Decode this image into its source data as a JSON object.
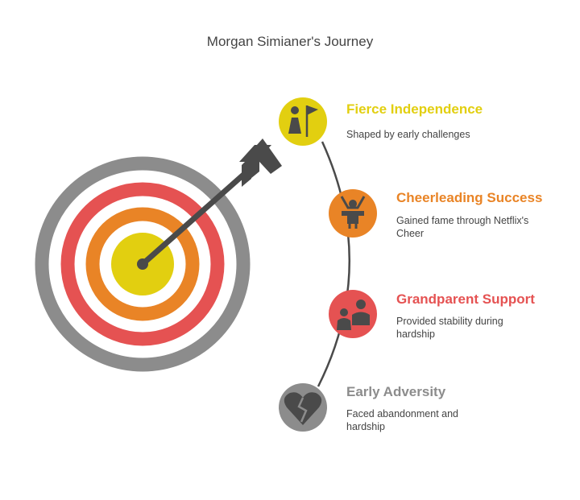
{
  "title": "Morgan Simianer's Journey",
  "colors": {
    "yellow": "#E2CF10",
    "orange": "#E98426",
    "red": "#E55252",
    "gray": "#8C8C8C",
    "dark": "#4A4A4A"
  },
  "steps": [
    {
      "title": "Fierce Independence",
      "description": "Shaped by early challenges",
      "icon": "woman-with-flag-icon"
    },
    {
      "title": "Cheerleading Success",
      "description": "Gained fame through Netflix's Cheer",
      "icon": "cheerleader-icon"
    },
    {
      "title": "Grandparent Support",
      "description": "Provided stability during hardship",
      "icon": "family-support-icon"
    },
    {
      "title": "Early Adversity",
      "description": "Faced abandonment and hardship",
      "icon": "broken-heart-icon"
    }
  ]
}
